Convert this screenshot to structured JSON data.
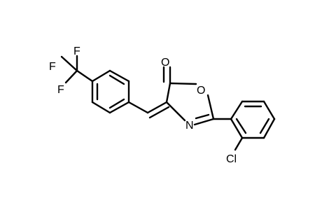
{
  "molecule": {
    "atoms": {
      "f1": "F",
      "f2": "F",
      "f3": "F",
      "o_carbonyl": "O",
      "o_ring": "O",
      "n_ring": "N",
      "cl": "Cl"
    }
  }
}
